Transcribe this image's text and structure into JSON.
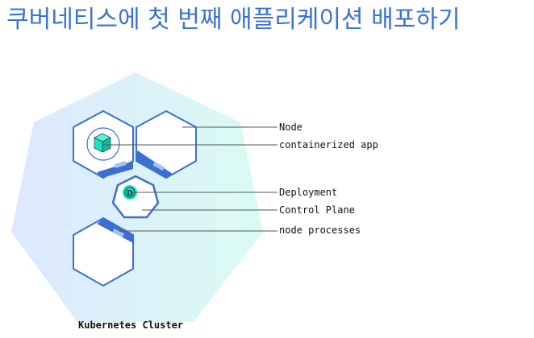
{
  "title": "쿠버네티스에 첫 번째 애플리케이션 배포하기",
  "labels": {
    "node": "Node",
    "containerized_app": "containerized app",
    "deployment": "Deployment",
    "control_plane": "Control Plane",
    "node_processes": "node processes"
  },
  "cluster_caption": "Kubernetes Cluster",
  "deployment_badge": "D",
  "colors": {
    "title": "#3a72d8",
    "node_stroke": "#3b6fd6",
    "app_cube": "#1ee3c2",
    "cluster_gradient_start": "#dde8ff",
    "cluster_gradient_end": "#d9fbf3",
    "leader_line": "#555555"
  }
}
